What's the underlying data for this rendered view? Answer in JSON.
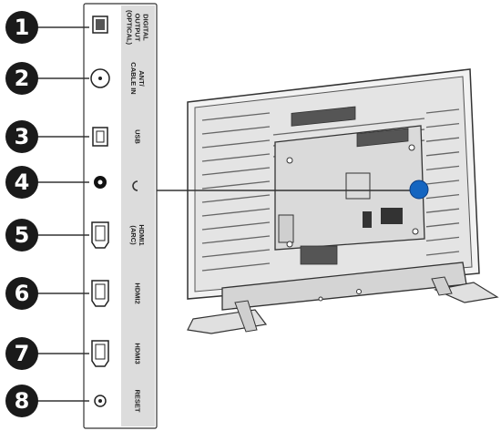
{
  "diagram": {
    "ports": [
      {
        "number": "1",
        "label_lines": [
          "DIGITAL",
          "OUTPUT",
          "(OPTICAL)"
        ],
        "icon": "optical-port-icon"
      },
      {
        "number": "2",
        "label_lines": [
          "ANT/",
          "CABLE IN"
        ],
        "icon": "coax-port-icon"
      },
      {
        "number": "3",
        "label_lines": [
          "USB"
        ],
        "icon": "usb-port-icon"
      },
      {
        "number": "4",
        "label_lines": [],
        "icon": "headphone-jack-icon"
      },
      {
        "number": "5",
        "label_lines": [
          "HDMI1",
          "(ARC)"
        ],
        "icon": "hdmi-port-icon"
      },
      {
        "number": "6",
        "label_lines": [
          "HDMI2"
        ],
        "icon": "hdmi-port-icon"
      },
      {
        "number": "7",
        "label_lines": [
          "HDMI3"
        ],
        "icon": "hdmi-port-icon"
      },
      {
        "number": "8",
        "label_lines": [
          "RESET"
        ],
        "icon": "reset-button-icon"
      }
    ],
    "colors": {
      "badge": "#1a1a1a",
      "panel": "#dcdcdc",
      "outline": "#333333",
      "callout": "#1565c0",
      "tv_body": "#e6e6e6"
    }
  }
}
